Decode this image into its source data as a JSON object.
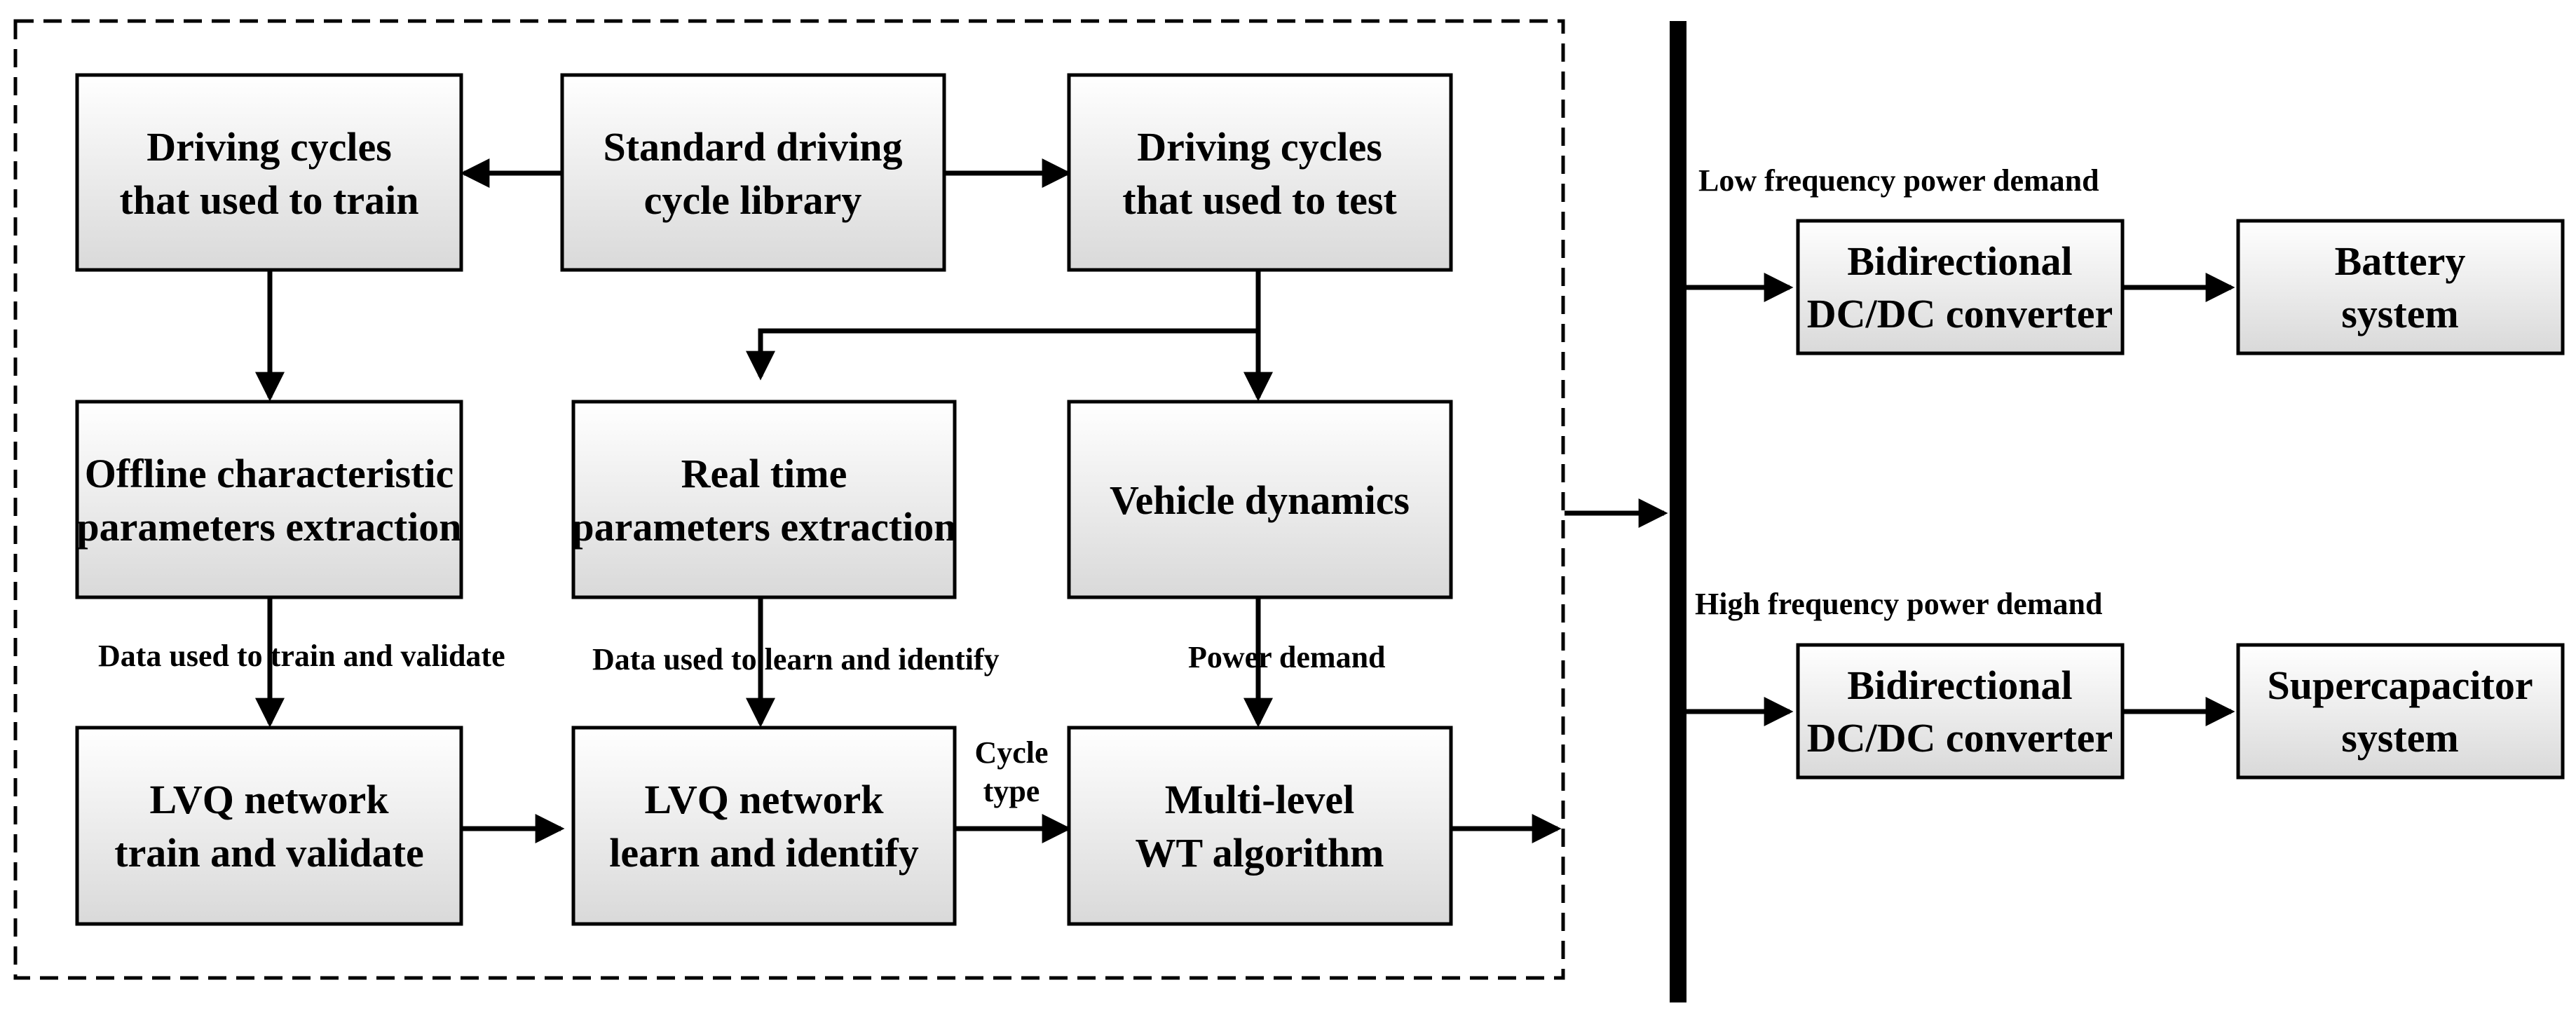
{
  "boxes": {
    "train_cycles": [
      "Driving cycles",
      "that used to train"
    ],
    "standard_library": [
      "Standard driving",
      "cycle library"
    ],
    "test_cycles": [
      "Driving cycles",
      "that used to test"
    ],
    "offline_extraction": [
      "Offline characteristic",
      "parameters extraction"
    ],
    "realtime_extraction": [
      "Real time",
      "parameters extraction"
    ],
    "vehicle_dynamics": [
      "Vehicle dynamics"
    ],
    "lvq_train": [
      "LVQ network",
      "train and validate"
    ],
    "lvq_learn": [
      "LVQ network",
      "learn and identify"
    ],
    "wt_algorithm": [
      "Multi-level",
      "WT algorithm"
    ],
    "dcdc_low": [
      "Bidirectional",
      "DC/DC converter"
    ],
    "battery": [
      "Battery",
      "system"
    ],
    "dcdc_high": [
      "Bidirectional",
      "DC/DC converter"
    ],
    "supercap": [
      "Supercapacitor",
      "system"
    ]
  },
  "labels": {
    "train_validate": "Data used to train and validate",
    "learn_identify": "Data used to learn and identify",
    "power_demand": "Power demand",
    "cycle_type": [
      "Cycle",
      "type"
    ],
    "low_freq": "Low frequency power demand",
    "high_freq": "High frequency power demand"
  }
}
